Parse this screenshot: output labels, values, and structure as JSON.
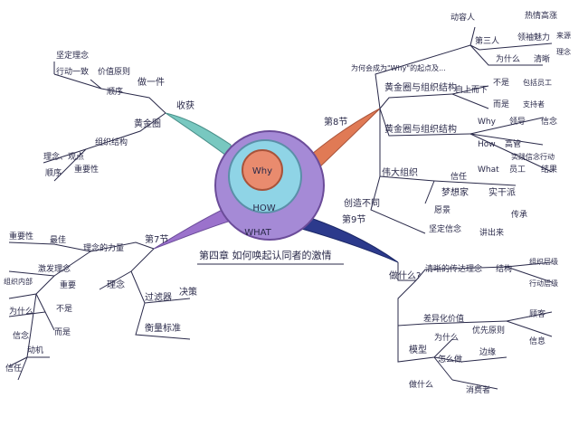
{
  "center": {
    "inner": "Why",
    "middle": "HOW",
    "outer": "WHAT"
  },
  "chapter_title": "第四章 如何唤起认同者的激情",
  "colors": {
    "core_orange": "#e98b6e",
    "core_blue": "#8fd4e6",
    "core_purple": "#a58ad6",
    "branch_teal": "#78c8c0",
    "branch_purple": "#9b72cc",
    "branch_orange": "#e07a55",
    "branch_navy": "#2c3a8c",
    "ink": "#2a2a4a"
  },
  "branches": {
    "b_top_left": {
      "label": "收获",
      "a": {
        "label": "做一件",
        "k1": "坚定理念",
        "k2": "行动一致",
        "k3": "价值原则",
        "k4": "顺序"
      },
      "b": {
        "label": "黄金圈",
        "k1": "组织结构",
        "k2": "理念、观点",
        "k3": "顺序",
        "k4": "重要性"
      }
    },
    "b_top_right": {
      "label": "第8节",
      "a": {
        "label": "为何会成为\"Why\"的起点及...",
        "k1": "动容人",
        "k2": "热情高涨",
        "k3": "第三人",
        "k4": "领袖魅力",
        "k5": "理念",
        "k6": "为什么",
        "k7": "清晰",
        "k8": "来源"
      },
      "b": {
        "label": "黄金圈与组织结构",
        "k1": "自上而下",
        "k2": "不是",
        "k3": "而是",
        "k4": "包括员工",
        "k5": "支持者"
      },
      "c": {
        "label": "黄金圈与组织结构",
        "k1": "Why",
        "k2": "领导",
        "k3": "信念",
        "k4": "How",
        "k5": "高管",
        "k6": "实践信念行动",
        "k7": "What",
        "k8": "员工",
        "k9": "结果"
      },
      "d": {
        "label": "伟大组织",
        "k1": "信任",
        "k2": "梦想家",
        "k3": "实干派",
        "k4": "愿景",
        "k5": "传承"
      },
      "e": {
        "label": "创造不同",
        "k1": "坚定信念",
        "k2": "讲出来"
      }
    },
    "b_bottom_right": {
      "label": "第9节",
      "hub": "做什么?",
      "a": {
        "label": "清晰的传达理念",
        "k1": "结构",
        "k2": "组织层级",
        "k3": "行动层级"
      },
      "b": {
        "label": "差异化价值",
        "k1": "优先原则",
        "k2": "顾客",
        "k3": "信息"
      },
      "c": {
        "label": "模型",
        "k1": "为什么",
        "k2": "怎么做",
        "k3": "做什么",
        "k4": "边缘",
        "k5": "消费者"
      }
    },
    "b_bottom_left": {
      "label": "第7节",
      "a": {
        "label": "理念的力量",
        "k1": "最佳",
        "k2": "重要性",
        "k3": "激发理念",
        "k4": "组织内部",
        "k5": "重要",
        "k6": "为什么",
        "k7": "不是",
        "k8": "信念",
        "k9": "而是",
        "k10": "信任",
        "k11": "动机"
      },
      "b": {
        "label": "理念",
        "k1": "过滤器",
        "k2": "决策",
        "k3": "衡量标准"
      }
    }
  }
}
